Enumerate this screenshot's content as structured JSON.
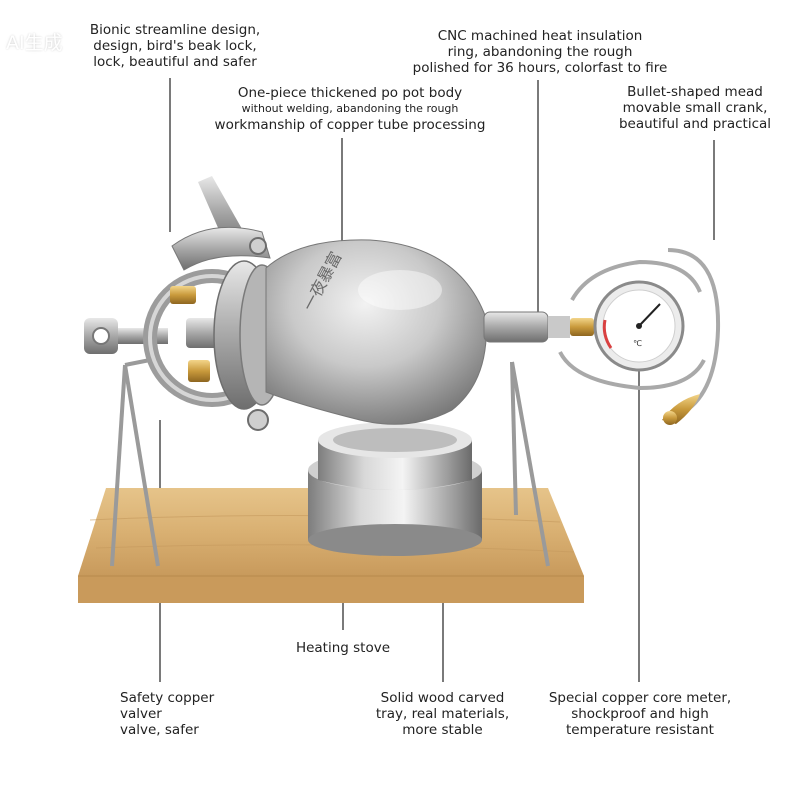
{
  "watermark": "AI生成",
  "pot_engraving": "一夜暴富",
  "gauge_label": "℃",
  "callouts": {
    "bionic": {
      "lines": [
        "Bionic streamline design,",
        "design, bird's beak lock,",
        "lock, beautiful and safer"
      ]
    },
    "one_piece": {
      "lines": [
        "One-piece thickened po pot body",
        "without welding, abandoning the rough",
        "workmanship of copper tube processing"
      ]
    },
    "cnc": {
      "lines": [
        "CNC machined heat insulation",
        "ring, abandoning the rough",
        "polished for 36 hours, colorfast to fire"
      ]
    },
    "crank": {
      "lines": [
        "Bullet-shaped mead",
        "movable small crank,",
        "beautiful and practical"
      ]
    },
    "stove": {
      "lines": [
        "Heating stove"
      ]
    },
    "safety": {
      "lines": [
        "Safety copper",
        "valver",
        "valve, safer"
      ]
    },
    "tray": {
      "lines": [
        "Solid wood carved",
        "tray, real materials,",
        "more stable"
      ]
    },
    "meter": {
      "lines": [
        "Special copper core meter,",
        "shockproof and high",
        "temperature resistant"
      ]
    }
  }
}
